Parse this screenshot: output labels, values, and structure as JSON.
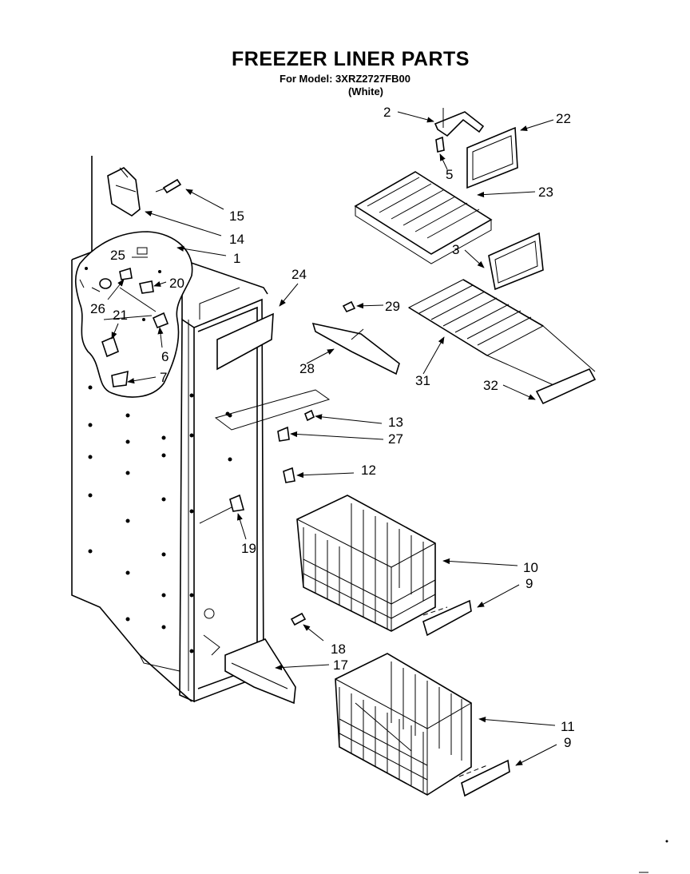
{
  "title": "FREEZER LINER PARTS",
  "model_line": "For Model: 3XRZ2727FB00",
  "color_line": "(White)",
  "callouts": {
    "c1": "1",
    "c2": "2",
    "c3": "3",
    "c5": "5",
    "c6": "6",
    "c7": "7",
    "c9a": "9",
    "c9b": "9",
    "c10": "10",
    "c11": "11",
    "c12": "12",
    "c13": "13",
    "c14": "14",
    "c15": "15",
    "c17": "17",
    "c18": "18",
    "c19": "19",
    "c20": "20",
    "c21": "21",
    "c22": "22",
    "c23": "23",
    "c24": "24",
    "c25": "25",
    "c26": "26",
    "c27": "27",
    "c28": "28",
    "c29": "29",
    "c31": "31",
    "c32": "32"
  }
}
